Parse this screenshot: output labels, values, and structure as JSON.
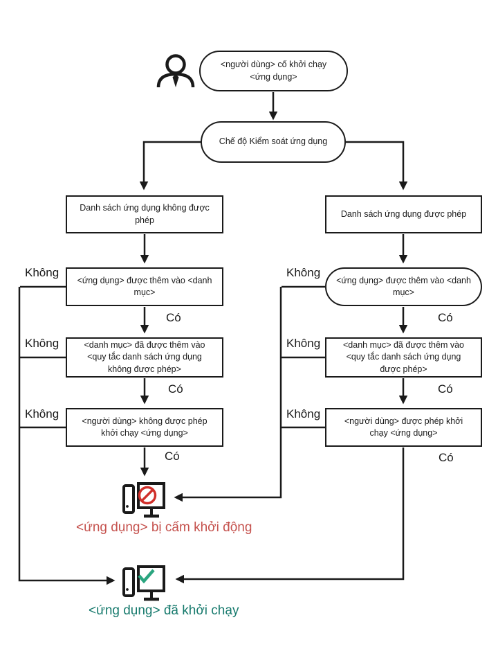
{
  "diagram": {
    "actor": {
      "icon": "person-icon"
    },
    "nodes": {
      "start": {
        "label": "<người dùng> cố khởi chạy <ứng dụng>"
      },
      "mode": {
        "label": "Chế độ Kiểm soát ứng dụng"
      },
      "denylist": {
        "label": "Danh sách ứng dụng không được phép"
      },
      "allowlist": {
        "label": "Danh sách ứng dụng được phép"
      },
      "deny_added": {
        "label": "<ứng dụng> được thêm vào <danh mục>"
      },
      "allow_added": {
        "label": "<ứng dụng> được thêm vào <danh mục>"
      },
      "deny_rule": {
        "label": "<danh mục> đã được thêm vào <quy tắc danh sách ứng dụng không được phép>"
      },
      "allow_rule": {
        "label": "<danh mục> đã được thêm vào <quy tắc danh sách ứng dụng được phép>"
      },
      "deny_verdict": {
        "label": "<người dùng> không được phép khởi chạy <ứng dụng>"
      },
      "allow_verdict": {
        "label": "<người dùng> được phép khởi chạy <ứng dụng>"
      }
    },
    "edge_labels": {
      "yes": "Có",
      "no": "Không"
    },
    "outcomes": {
      "blocked": {
        "label": "<ứng dụng> bị cấm khởi động",
        "color": "#c5524e",
        "icon": "computer-blocked-icon"
      },
      "started": {
        "label": "<ứng dụng> đã khởi chạy",
        "color": "#177a6d",
        "icon": "computer-check-icon"
      }
    },
    "colors": {
      "line": "#1a1a1a",
      "ban_red": "#d02f2a",
      "check_green": "#2aa57f"
    }
  }
}
